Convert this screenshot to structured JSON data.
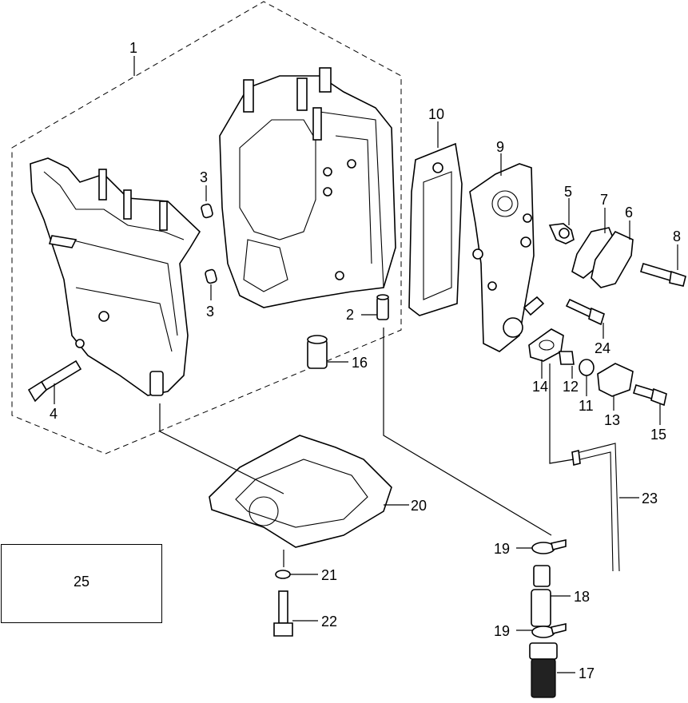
{
  "callouts": {
    "c1": "1",
    "c2": "2",
    "c3a": "3",
    "c3b": "3",
    "c4": "4",
    "c5": "5",
    "c6": "6",
    "c7": "7",
    "c8": "8",
    "c9": "9",
    "c10": "10",
    "c11": "11",
    "c12": "12",
    "c13": "13",
    "c14": "14",
    "c15": "15",
    "c16": "16",
    "c17": "17",
    "c18": "18",
    "c19a": "19",
    "c19b": "19",
    "c20": "20",
    "c21": "21",
    "c22": "22",
    "c23": "23",
    "c24": "24",
    "c25": "25"
  }
}
